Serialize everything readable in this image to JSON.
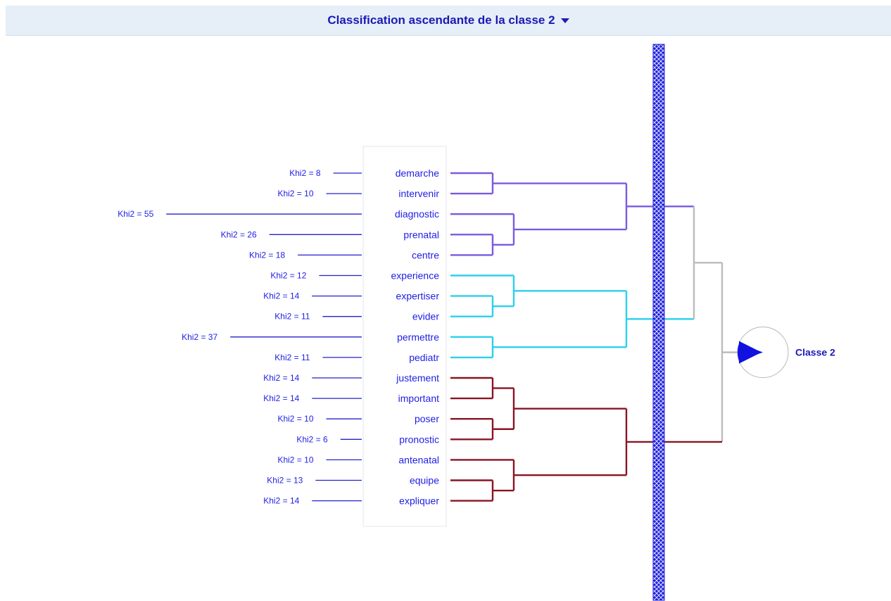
{
  "header": {
    "title": "Classification ascendante de la classe 2",
    "caret_icon": "chevron-down-icon"
  },
  "class_label": "Classe 2",
  "colors": {
    "group1": "#7a5ae0",
    "group2": "#2ad0ec",
    "group3": "#8a1424",
    "root_link": "#bbbbbb",
    "khi_bar": "#2222cc",
    "text": "#1e1ee6",
    "band": "#2020d8"
  },
  "terms": [
    {
      "word": "demarche",
      "khi2": "Khi2 = 8",
      "value": 8,
      "group": "group1"
    },
    {
      "word": "intervenir",
      "khi2": "Khi2 = 10",
      "value": 10,
      "group": "group1"
    },
    {
      "word": "diagnostic",
      "khi2": "Khi2 = 55",
      "value": 55,
      "group": "group1"
    },
    {
      "word": "prenatal",
      "khi2": "Khi2 = 26",
      "value": 26,
      "group": "group1"
    },
    {
      "word": "centre",
      "khi2": "Khi2 = 18",
      "value": 18,
      "group": "group1"
    },
    {
      "word": "experience",
      "khi2": "Khi2 = 12",
      "value": 12,
      "group": "group2"
    },
    {
      "word": "expertiser",
      "khi2": "Khi2 = 14",
      "value": 14,
      "group": "group2"
    },
    {
      "word": "evider",
      "khi2": "Khi2 = 11",
      "value": 11,
      "group": "group2"
    },
    {
      "word": "permettre",
      "khi2": "Khi2 = 37",
      "value": 37,
      "group": "group2"
    },
    {
      "word": "pediatr",
      "khi2": "Khi2 = 11",
      "value": 11,
      "group": "group2"
    },
    {
      "word": "justement",
      "khi2": "Khi2 = 14",
      "value": 14,
      "group": "group3"
    },
    {
      "word": "important",
      "khi2": "Khi2 = 14",
      "value": 14,
      "group": "group3"
    },
    {
      "word": "poser",
      "khi2": "Khi2 = 10",
      "value": 10,
      "group": "group3"
    },
    {
      "word": "pronostic",
      "khi2": "Khi2 = 6",
      "value": 6,
      "group": "group3"
    },
    {
      "word": "antenatal",
      "khi2": "Khi2 = 10",
      "value": 10,
      "group": "group3"
    },
    {
      "word": "equipe",
      "khi2": "Khi2 = 13",
      "value": 13,
      "group": "group3"
    },
    {
      "word": "expliquer",
      "khi2": "Khi2 = 14",
      "value": 14,
      "group": "group3"
    }
  ],
  "tree": {
    "children": [
      {
        "color": "group1",
        "children": [
          {
            "children": [
              0,
              1
            ]
          },
          {
            "children": [
              2,
              {
                "children": [
                  3,
                  4
                ]
              }
            ]
          }
        ]
      },
      {
        "color": "group2",
        "children": [
          {
            "children": [
              5,
              {
                "children": [
                  6,
                  7
                ]
              }
            ]
          },
          {
            "children": [
              8,
              9
            ]
          }
        ]
      },
      {
        "color": "group3",
        "children": [
          {
            "children": [
              {
                "children": [
                  10,
                  11
                ]
              },
              {
                "children": [
                  12,
                  13
                ]
              }
            ]
          },
          {
            "children": [
              14,
              {
                "children": [
                  15,
                  16
                ]
              }
            ]
          }
        ]
      }
    ]
  }
}
